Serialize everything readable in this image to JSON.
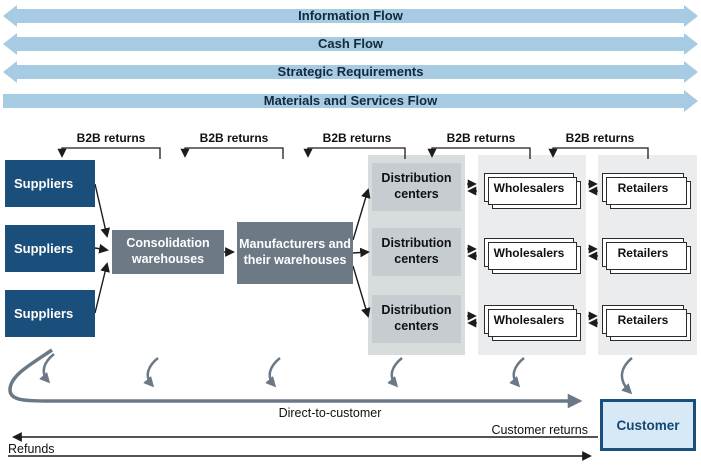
{
  "top_flows": [
    {
      "label": "Information Flow",
      "direction": "both"
    },
    {
      "label": "Cash Flow",
      "direction": "both"
    },
    {
      "label": "Strategic Requirements",
      "direction": "both"
    },
    {
      "label": "Materials and Services Flow",
      "direction": "right"
    }
  ],
  "b2b_returns": [
    "B2B returns",
    "B2B returns",
    "B2B returns",
    "B2B returns",
    "B2B returns"
  ],
  "suppliers": [
    "Suppliers",
    "Suppliers",
    "Suppliers"
  ],
  "consolidation_label": "Consolidation warehouses",
  "manufacturers_label": "Manufacturers and their warehouses",
  "distribution_centers": [
    "Distribution centers",
    "Distribution centers",
    "Distribution centers"
  ],
  "wholesalers": [
    "Wholesalers",
    "Wholesalers",
    "Wholesalers"
  ],
  "retailers": [
    "Retailers",
    "Retailers",
    "Retailers"
  ],
  "bottom": {
    "direct_to_customer": "Direct-to-customer",
    "customer_returns": "Customer returns",
    "refunds": "Refunds",
    "customer": "Customer"
  },
  "colors": {
    "flow_arrow_blue": "#a6cbe3",
    "navy": "#1a4f7b",
    "process_gray": "#6d7985",
    "distribution_gray": "#c7ccd0",
    "column_light_gray": "#eaeced",
    "column_mid_gray": "#d8dcdd",
    "swoosh_gray": "#6b7885",
    "customer_fill": "#d7e9f7"
  }
}
